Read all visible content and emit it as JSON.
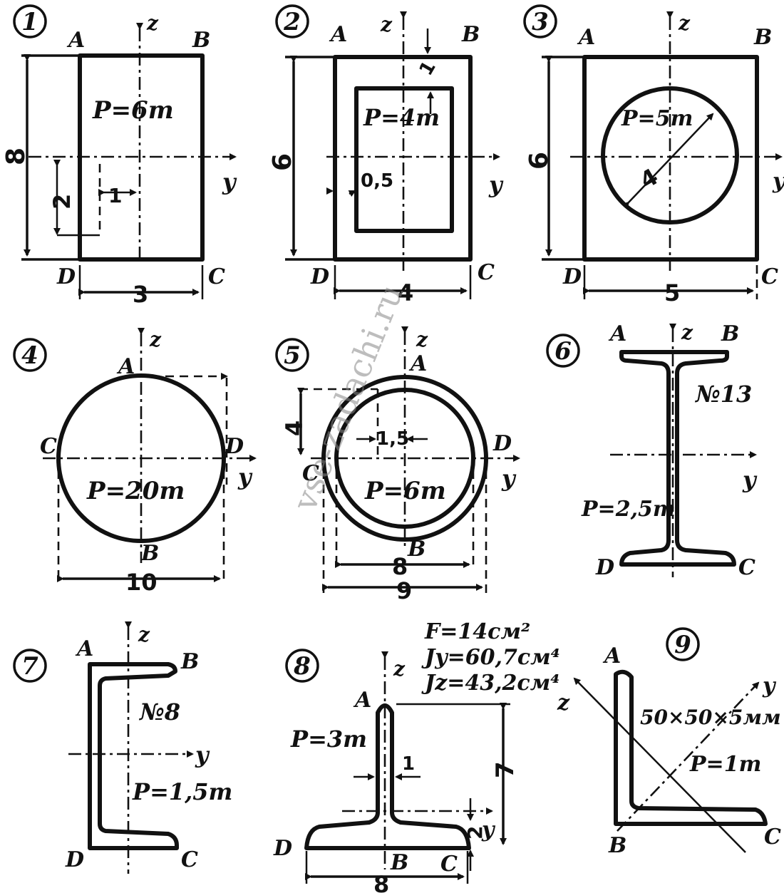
{
  "watermark": "vse-zadachi.ru",
  "figures": {
    "f1": {
      "number": "1",
      "A": "A",
      "B": "B",
      "C": "C",
      "D": "D",
      "axis_z": "z",
      "axis_y": "y",
      "load": "P=6m",
      "dim_height": "8",
      "dim_width": "3",
      "dim_offset_z": "2",
      "dim_offset_y": "1"
    },
    "f2": {
      "number": "2",
      "A": "A",
      "B": "B",
      "C": "C",
      "D": "D",
      "axis_z": "z",
      "axis_y": "y",
      "load": "P=4m",
      "dim_height": "6",
      "dim_width": "4",
      "dim_wall": "1",
      "dim_inner": "0,5"
    },
    "f3": {
      "number": "3",
      "A": "A",
      "B": "B",
      "C": "C",
      "D": "D",
      "axis_z": "z",
      "axis_y": "y",
      "load": "P=5m",
      "dim_height": "6",
      "dim_width": "5",
      "dim_diameter": "4"
    },
    "f4": {
      "number": "4",
      "A": "A",
      "B": "B",
      "C": "C",
      "D": "D",
      "axis_z": "z",
      "axis_y": "y",
      "load": "P=20m",
      "dim_diameter": "10"
    },
    "f5": {
      "number": "5",
      "A": "A",
      "B": "B",
      "C": "C",
      "D": "D",
      "axis_z": "z",
      "axis_y": "y",
      "load": "P=6m",
      "dim_offset": "4",
      "dim_ecc": "1,5",
      "dim_inner": "8",
      "dim_outer": "9"
    },
    "f6": {
      "number": "6",
      "A": "A",
      "B": "B",
      "C": "C",
      "D": "D",
      "axis_z": "z",
      "axis_y": "y",
      "profile": "№13",
      "load": "P=2,5m"
    },
    "f7": {
      "number": "7",
      "A": "A",
      "B": "B",
      "C": "C",
      "D": "D",
      "axis_z": "z",
      "axis_y": "y",
      "profile": "№8",
      "load": "P=1,5m"
    },
    "f8": {
      "number": "8",
      "A": "A",
      "B": "B",
      "C": "C",
      "D": "D",
      "axis_z": "z",
      "axis_y": "y",
      "area": "F=14см²",
      "jy": "Jy=60,7см⁴",
      "jz": "Jz=43,2см⁴",
      "load": "P=3m",
      "dim_stem": "1",
      "dim_height": "7",
      "dim_flange": "2",
      "dim_width": "8"
    },
    "f9": {
      "number": "9",
      "A": "A",
      "B": "B",
      "C": "C",
      "axis_z": "z",
      "axis_y": "y",
      "profile": "50×50×5мм",
      "load": "P=1m"
    }
  }
}
